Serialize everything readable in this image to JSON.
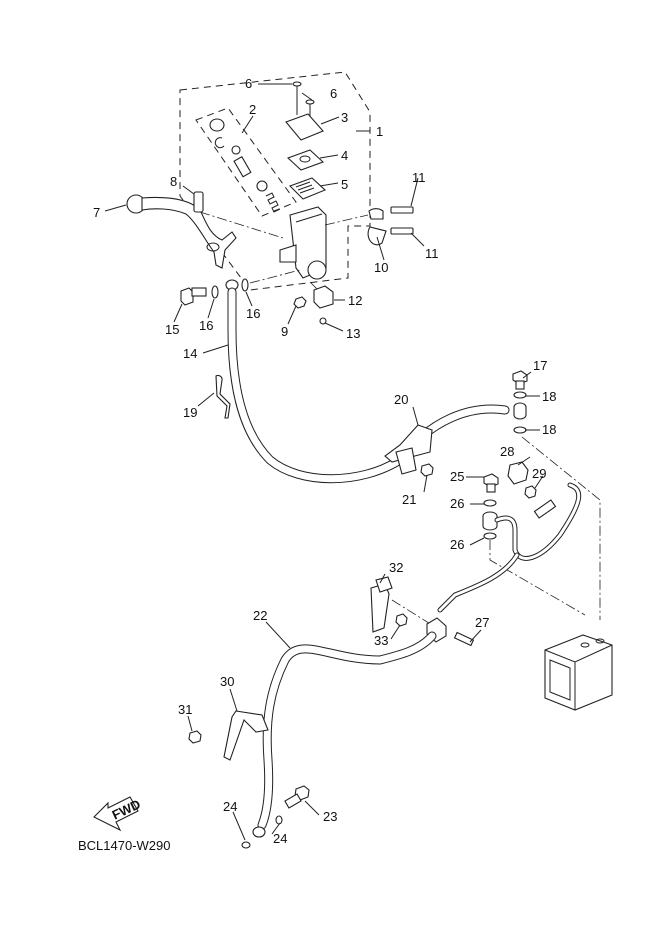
{
  "diagram": {
    "code": "BCL1470-W290",
    "fwd_label": "FWD",
    "callouts": [
      {
        "id": "c1",
        "text": "1"
      },
      {
        "id": "c2",
        "text": "2"
      },
      {
        "id": "c3",
        "text": "3"
      },
      {
        "id": "c4",
        "text": "4"
      },
      {
        "id": "c5",
        "text": "5"
      },
      {
        "id": "c6a",
        "text": "6"
      },
      {
        "id": "c6b",
        "text": "6"
      },
      {
        "id": "c7",
        "text": "7"
      },
      {
        "id": "c8",
        "text": "8"
      },
      {
        "id": "c9",
        "text": "9"
      },
      {
        "id": "c10",
        "text": "10"
      },
      {
        "id": "c11a",
        "text": "11"
      },
      {
        "id": "c11b",
        "text": "11"
      },
      {
        "id": "c12",
        "text": "12"
      },
      {
        "id": "c13",
        "text": "13"
      },
      {
        "id": "c14",
        "text": "14"
      },
      {
        "id": "c15",
        "text": "15"
      },
      {
        "id": "c16a",
        "text": "16"
      },
      {
        "id": "c16b",
        "text": "16"
      },
      {
        "id": "c17",
        "text": "17"
      },
      {
        "id": "c18a",
        "text": "18"
      },
      {
        "id": "c18b",
        "text": "18"
      },
      {
        "id": "c19",
        "text": "19"
      },
      {
        "id": "c20",
        "text": "20"
      },
      {
        "id": "c21",
        "text": "21"
      },
      {
        "id": "c22",
        "text": "22"
      },
      {
        "id": "c23",
        "text": "23"
      },
      {
        "id": "c24a",
        "text": "24"
      },
      {
        "id": "c24b",
        "text": "24"
      },
      {
        "id": "c25",
        "text": "25"
      },
      {
        "id": "c26a",
        "text": "26"
      },
      {
        "id": "c26b",
        "text": "26"
      },
      {
        "id": "c27",
        "text": "27"
      },
      {
        "id": "c28",
        "text": "28"
      },
      {
        "id": "c29",
        "text": "29"
      },
      {
        "id": "c30",
        "text": "30"
      },
      {
        "id": "c31",
        "text": "31"
      },
      {
        "id": "c32",
        "text": "32"
      },
      {
        "id": "c33",
        "text": "33"
      }
    ]
  }
}
